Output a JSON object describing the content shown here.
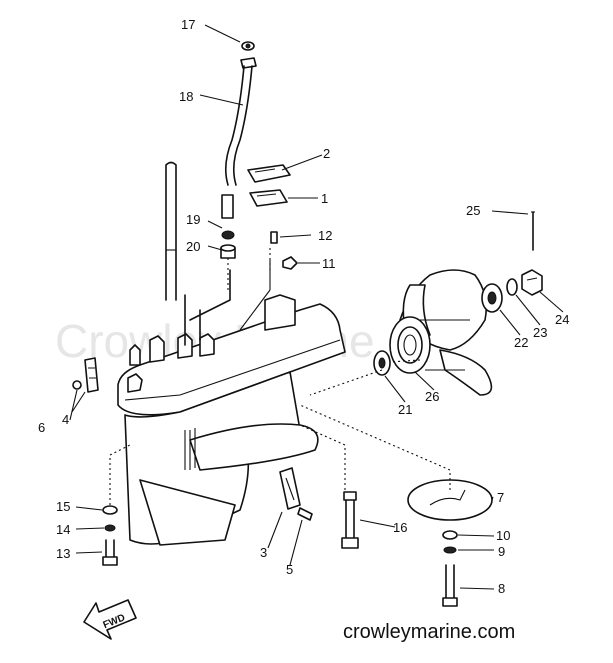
{
  "watermark": "Crowley Marine",
  "footer_text": "crowleymarine.com",
  "fwd_label": "FWD",
  "callouts": {
    "c1": "1",
    "c2": "2",
    "c3": "3",
    "c4": "4",
    "c5": "5",
    "c6": "6",
    "c7": "7",
    "c8": "8",
    "c9": "9",
    "c10": "10",
    "c11": "11",
    "c12": "12",
    "c13": "13",
    "c14": "14",
    "c15": "15",
    "c16": "16",
    "c17": "17",
    "c18": "18",
    "c19": "19",
    "c20": "20",
    "c21": "21",
    "c22": "22",
    "c23": "23",
    "c24": "24",
    "c25": "25",
    "c26": "26"
  }
}
